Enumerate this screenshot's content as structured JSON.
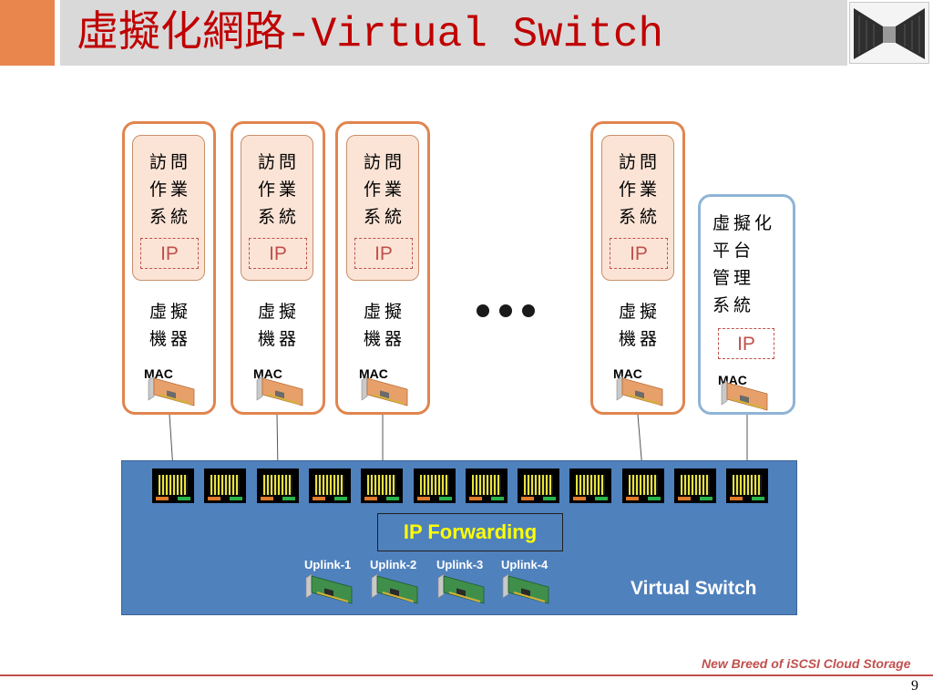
{
  "slide": {
    "title": "虛擬化網路-Virtual Switch",
    "page_number": "9",
    "footer": "New Breed of iSCSI Cloud Storage"
  },
  "vms": [
    {
      "guest_os": "訪問\n作業\n系統",
      "ip": "IP",
      "vm_label": "虛擬\n機器",
      "mac": "MAC"
    },
    {
      "guest_os": "訪問\n作業\n系統",
      "ip": "IP",
      "vm_label": "虛擬\n機器",
      "mac": "MAC"
    },
    {
      "guest_os": "訪問\n作業\n系統",
      "ip": "IP",
      "vm_label": "虛擬\n機器",
      "mac": "MAC"
    },
    {
      "guest_os": "訪問\n作業\n系統",
      "ip": "IP",
      "vm_label": "虛擬\n機器",
      "mac": "MAC"
    }
  ],
  "management": {
    "label": "虛擬化\n平台\n管理\n系統",
    "ip": "IP",
    "mac": "MAC"
  },
  "switch": {
    "label": "Virtual Switch",
    "ip_forwarding": "IP Forwarding",
    "uplinks": [
      "Uplink-1",
      "Uplink-2",
      "Uplink-3",
      "Uplink-4"
    ]
  },
  "colors": {
    "title": "#c00000",
    "vm_border": "#e0854f",
    "mgmt_border": "#8fb4d6",
    "switch_bg": "#4f81bd",
    "ip_forwarding_text": "#ffff00"
  }
}
